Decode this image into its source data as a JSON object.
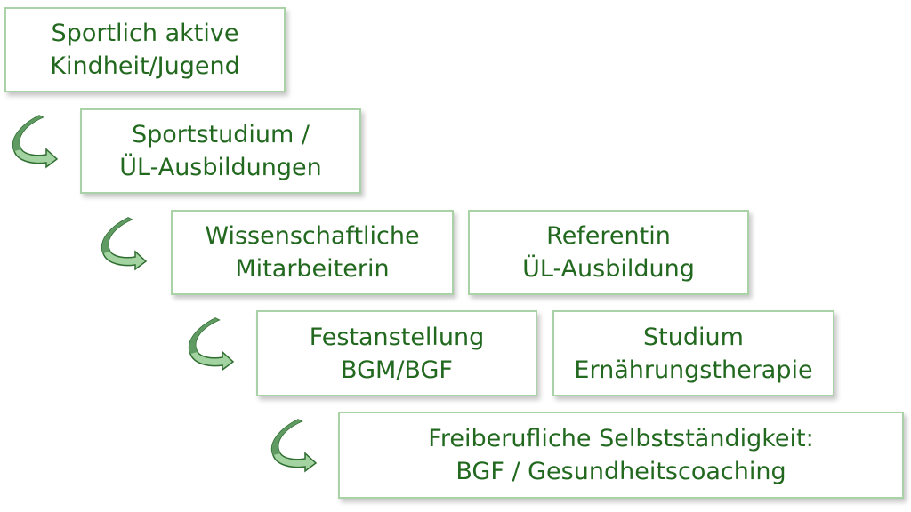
{
  "steps": [
    {
      "line1": "Sportlich aktive",
      "line2": "Kindheit/Jugend"
    },
    {
      "line1": "Sportstudium /",
      "line2": "ÜL-Ausbildungen"
    },
    {
      "line1": "Wissenschaftliche",
      "line2": "Mitarbeiterin"
    },
    {
      "line1": "Referentin",
      "line2": "ÜL-Ausbildung"
    },
    {
      "line1": "Festanstellung",
      "line2": "BGM/BGF"
    },
    {
      "line1": "Studium",
      "line2": "Ernährungstherapie"
    },
    {
      "line1": "Freiberufliche Selbstständigkeit:",
      "line2": "BGF / Gesundheitscoaching"
    }
  ],
  "colors": {
    "text": "#22691f",
    "border": "#a9d3a6",
    "arrow_dark": "#5f9a62",
    "arrow_light": "#a3d3a0"
  }
}
